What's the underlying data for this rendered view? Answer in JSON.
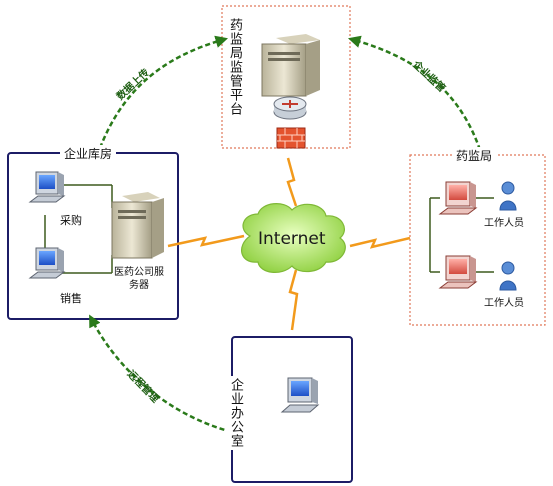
{
  "internet": {
    "label": "Internet"
  },
  "regulator_platform": {
    "title": "药监局监管平台"
  },
  "enterprise_warehouse": {
    "title": "企业库房",
    "purchase": "采购",
    "sales": "销售",
    "server": "医药公司服务器"
  },
  "drug_admin": {
    "title": "药监局",
    "staff_1": "工作人员",
    "staff_2": "工作人员"
  },
  "office": {
    "title": "企业办公室"
  },
  "flows": {
    "data_upload": "数据上传",
    "enterprise_supervision": "企业监管",
    "remote_management": "远程管理"
  },
  "colors": {
    "navy_border": "#1c1c66",
    "red_dotted_border": "#e0795a",
    "green_arrow": "#2a7a1a",
    "lightning": "#f29a1c",
    "cloud": "#9bd648"
  },
  "icons": [
    "server-icon",
    "router-icon",
    "firewall-icon",
    "cloud-icon",
    "computer-icon",
    "person-icon",
    "lightning-icon"
  ]
}
